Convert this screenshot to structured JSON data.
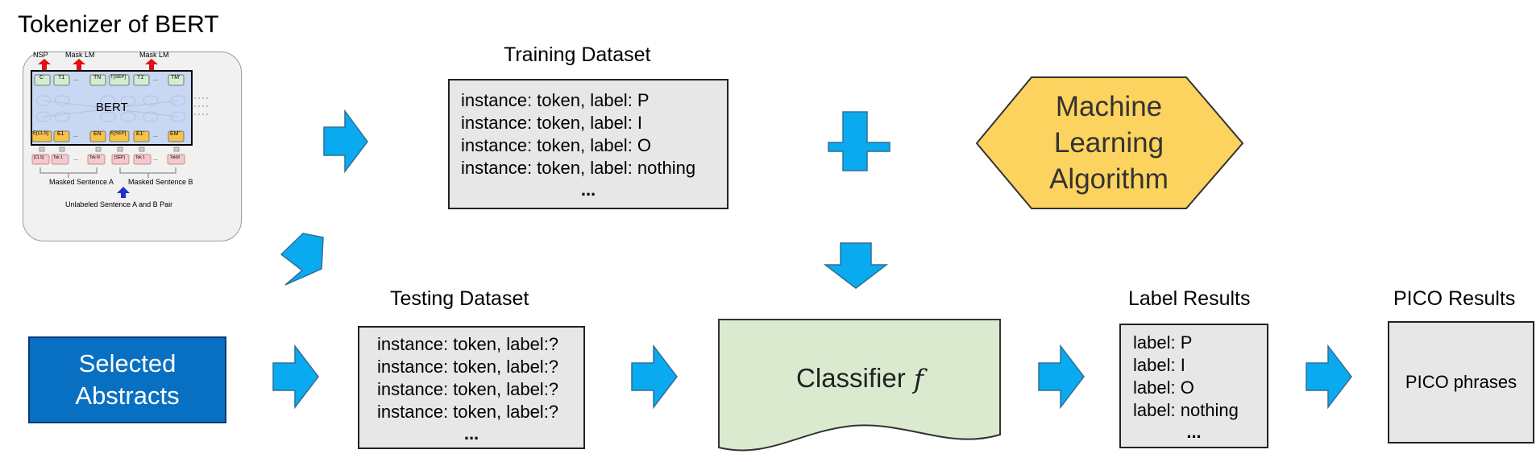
{
  "titles": {
    "tokenizer": "Tokenizer of BERT",
    "training": "Training Dataset",
    "testing": "Testing Dataset",
    "label_results": "Label Results",
    "pico_results": "PICO Results"
  },
  "bert": {
    "top_labels": [
      "NSP",
      "Mask LM",
      "Mask LM"
    ],
    "main_label": "BERT",
    "out_tokens": [
      "C",
      "T1",
      "...",
      "TN",
      "T[SEP]",
      "T1'",
      "...",
      "TM'"
    ],
    "emb_tokens": [
      "E[CLS]",
      "E1",
      "...",
      "EN",
      "E[SEP]",
      "E1'",
      "...",
      "EM'"
    ],
    "in_tokens": [
      "[CLS]",
      "Tok 1",
      "...",
      "Tok N",
      "[SEP]",
      "Tok 1",
      "...",
      "TokM"
    ],
    "sentence_a": "Masked Sentence A",
    "sentence_b": "Masked Sentence B",
    "pair_label": "Unlabeled Sentence A and B Pair"
  },
  "training": {
    "lines": [
      "instance: token, label: P",
      "instance: token, label: I",
      "instance: token, label: O",
      "instance: token, label: nothing"
    ],
    "ellipsis": "..."
  },
  "testing": {
    "lines": [
      "instance: token, label:?",
      "instance: token, label:?",
      "instance: token, label:?",
      "instance: token, label:?"
    ],
    "ellipsis": "..."
  },
  "selected_abstracts": [
    "Selected",
    "Abstracts"
  ],
  "ml_algorithm": [
    "Machine",
    "Learning",
    "Algorithm"
  ],
  "classifier": {
    "label": "Classifier",
    "symbol": "f"
  },
  "label_results": {
    "lines": [
      "label: P",
      "label: I",
      "label: O",
      "label: nothing"
    ],
    "ellipsis": "..."
  },
  "pico_box": "PICO phrases",
  "colors": {
    "arrow": "#0aaaf0",
    "selected_fill": "#0870c2",
    "ml_fill": "#fdd35f",
    "classifier_fill": "#daeacf",
    "box_fill": "#e7e7e7"
  }
}
